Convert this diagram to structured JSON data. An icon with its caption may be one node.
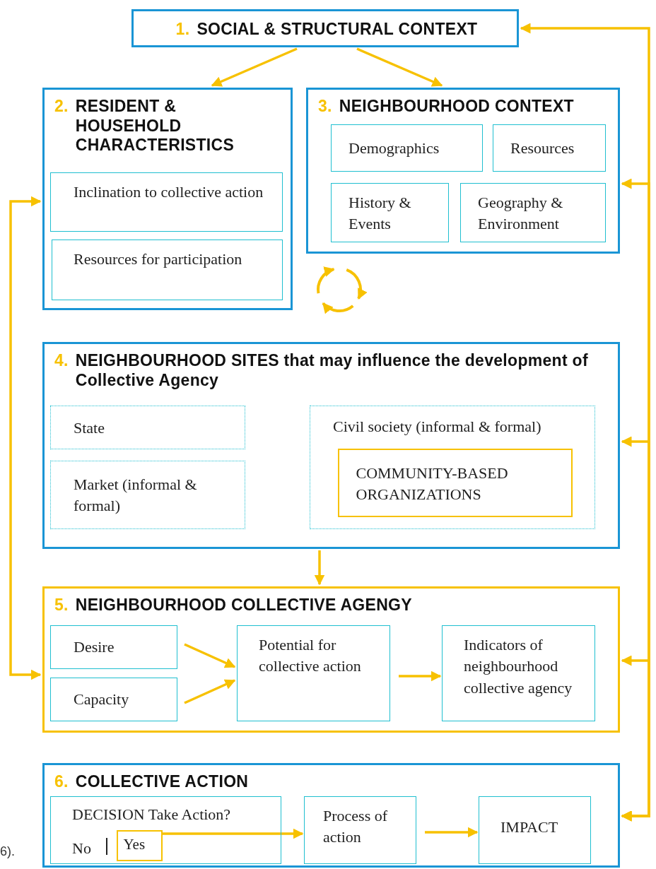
{
  "diagram": {
    "nodes": [
      {
        "text": [
          "1.",
          "SOCIAL & STRUCTURAL CONTEXT"
        ]
      },
      {
        "text": [
          "2.",
          "RESIDENT & HOUSEHOLD CHARACTERISTICS"
        ]
      },
      {
        "text": [
          "Inclination to collective action"
        ],
        "in": 1
      },
      {
        "text": [
          "Resources for participation"
        ],
        "in": 1
      },
      {
        "text": [
          "3.",
          "NEIGHBOURHOOD CONTEXT"
        ]
      },
      {
        "text": [
          "Demographics"
        ],
        "in": 4
      },
      {
        "text": [
          "Resources"
        ],
        "in": 4
      },
      {
        "text": [
          "History & Events"
        ],
        "in": 4
      },
      {
        "text": [
          "Geography & Environment"
        ],
        "in": 4
      },
      {
        "text": [
          "4.",
          "NEIGHBOURHOOD SITES that may influence the development of Collective Agency"
        ]
      },
      {
        "text": [
          "State"
        ],
        "in": 9
      },
      {
        "text": [
          "Market (informal & formal)"
        ],
        "in": 9
      },
      {
        "text": [
          "Civil society (informal & formal)"
        ],
        "in": 9
      },
      {
        "text": [
          "COMMUNITY-BASED ORGANIZATIONS"
        ],
        "in": 12
      },
      {
        "text": [
          "5.",
          "NEIGHBOURHOOD COLLECTIVE AGENGY"
        ]
      },
      {
        "text": [
          "Desire"
        ],
        "in": 14
      },
      {
        "text": [
          "Capacity"
        ],
        "in": 14
      },
      {
        "text": [
          "Potential for collective action"
        ],
        "in": 14
      },
      {
        "text": [
          "Indicators of neighbourhood collective agency"
        ],
        "in": 14
      },
      {
        "text": [
          "6.",
          "COLLECTIVE ACTION"
        ]
      },
      {
        "text": [
          "DECISION Take Action?",
          "No"
        ],
        "in": 19
      },
      {
        "text": [
          "Yes"
        ],
        "in": 20
      },
      {
        "text": [
          "Process of action"
        ],
        "in": 19
      },
      {
        "text": [
          "IMPACT"
        ],
        "in": 19
      }
    ],
    "edges": [
      {
        "from": 0,
        "to": 1,
        "arrow": "to"
      },
      {
        "from": 0,
        "to": 4,
        "arrow": "to"
      },
      {
        "from": 9,
        "to": 14,
        "arrow": "to"
      },
      {
        "from": 15,
        "to": 17,
        "arrow": "to"
      },
      {
        "from": 16,
        "to": 17,
        "arrow": "to"
      },
      {
        "from": 17,
        "to": 18,
        "arrow": "to"
      },
      {
        "from": 21,
        "to": 22,
        "arrow": "to"
      },
      {
        "from": 22,
        "to": 23,
        "arrow": "to"
      },
      {
        "from": 14,
        "to": 1,
        "arrow": "both"
      },
      {
        "from": 19,
        "to": 0,
        "arrow": "both"
      },
      {
        "from": 19,
        "to": 4,
        "arrow": "both"
      },
      {
        "from": 19,
        "to": 9,
        "arrow": "both"
      },
      {
        "from": 19,
        "to": 14,
        "arrow": "both"
      }
    ],
    "labels": [
      "6)."
    ]
  }
}
